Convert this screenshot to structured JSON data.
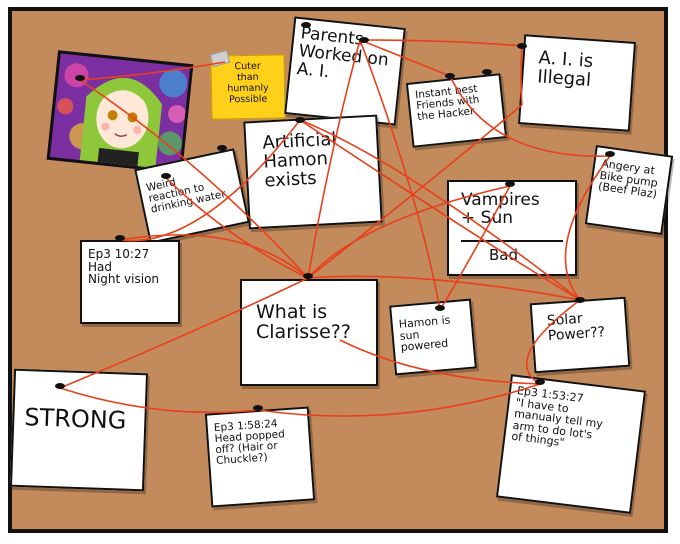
{
  "sticky_note": {
    "text": "Cuter\nthan\nhumanly\nPossible"
  },
  "notes": [
    {
      "id": "parents",
      "text": "Parents\nWorked on\nA. I."
    },
    {
      "id": "instant",
      "text": "Instant best\nFriends with\nthe Hacker"
    },
    {
      "id": "ai_illegal",
      "text": "A. I. is\nIllegal"
    },
    {
      "id": "artificial",
      "text": "Artificial\nHamon\nexists"
    },
    {
      "id": "weird",
      "text": "Weird\nreaction to\ndrinking water"
    },
    {
      "id": "angery",
      "text": "Angery at\nBike pump\n(Beef Plaz)"
    },
    {
      "id": "vampires_top",
      "text": "Vampires\n+ Sun"
    },
    {
      "id": "vampires_bottom",
      "text": "Bad"
    },
    {
      "id": "ep3_1027",
      "text": "Ep3  10:27\nHad\nNight vision"
    },
    {
      "id": "clarisse",
      "text": "What is\nClarisse??"
    },
    {
      "id": "hamon_sun",
      "text": "Hamon is\nsun\npowered"
    },
    {
      "id": "solar",
      "text": "Solar\nPower??"
    },
    {
      "id": "strong",
      "text": "STRONG"
    },
    {
      "id": "ep3_15824",
      "text": "Ep3  1:58:24\nHead popped\noff? (Hair or\nChuckle?)"
    },
    {
      "id": "ep3_15327",
      "text": "Ep3  1:53:27\n\"I have to\nmanualy tell my\narm to do lot's\nof things\""
    }
  ],
  "colors": {
    "cork": "#c38a5b",
    "string": "#e8401c",
    "sticky": "#ffd01a",
    "frame": "#111111"
  },
  "icons": [
    "pushpin-icon",
    "tape-icon",
    "portrait-image"
  ]
}
